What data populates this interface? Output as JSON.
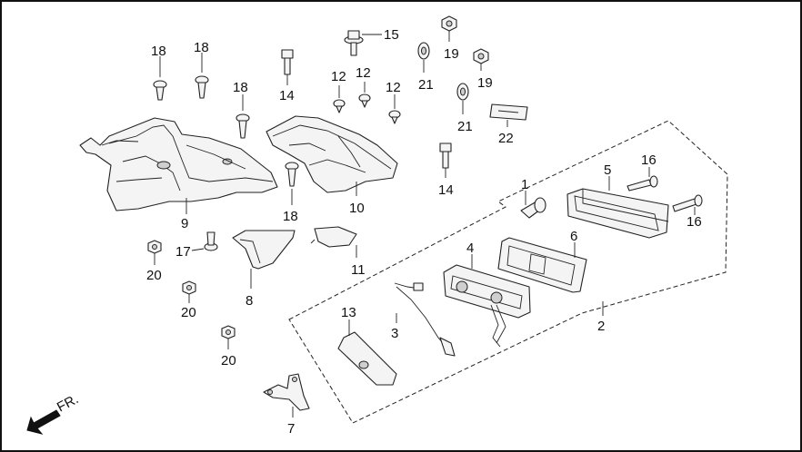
{
  "diagram": {
    "labels": {
      "p1": "1",
      "p2": "2",
      "p3": "3",
      "p4": "4",
      "p5": "5",
      "p6": "6",
      "p7": "7",
      "p8": "8",
      "p9": "9",
      "p10": "10",
      "p11": "11",
      "p12a": "12",
      "p12b": "12",
      "p12c": "12",
      "p13": "13",
      "p14a": "14",
      "p14b": "14",
      "p15": "15",
      "p16a": "16",
      "p16b": "16",
      "p17": "17",
      "p18a": "18",
      "p18b": "18",
      "p18c": "18",
      "p18d": "18",
      "p19a": "19",
      "p19b": "19",
      "p20a": "20",
      "p20b": "20",
      "p20c": "20",
      "p21a": "21",
      "p21b": "21",
      "p22": "22"
    },
    "direction_label": "FR.",
    "colors": {
      "line": "#222222",
      "fill": "#f4f4f4",
      "border": "#111111"
    }
  }
}
